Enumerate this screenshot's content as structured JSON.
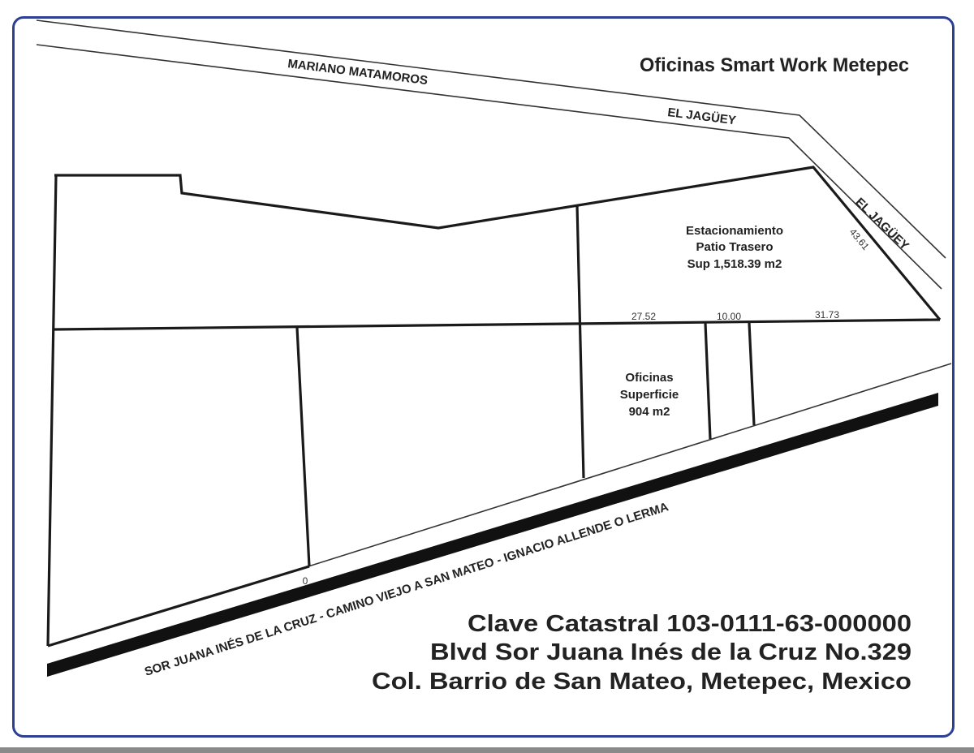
{
  "title": "Oficinas Smart Work Metepec",
  "streets": {
    "top": "MARIANO MATAMOROS",
    "corner_top": "EL JAGÜEY",
    "corner_side": "EL JAGÜEY",
    "bottom": "SOR JUANA INÉS DE LA CRUZ  -  CAMINO VIEJO A SAN MATEO  -  IGNACIO ALLENDE O LERMA"
  },
  "areas": {
    "parking": {
      "line1": "Estacionamiento",
      "line2": "Patio Trasero",
      "line3": "Sup 1,518.39 m2"
    },
    "offices": {
      "line1": "Oficinas",
      "line2": "Superficie",
      "line3": "904 m2"
    }
  },
  "dimensions": {
    "side": "43.61",
    "d1": "27.52",
    "d2": "10.00",
    "d3": "31.73",
    "small": "0"
  },
  "info": {
    "line1": "Clave Catastral 103-0111-63-000000",
    "line2": "Blvd Sor Juana Inés de la Cruz No.329",
    "line3": "Col. Barrio de San Mateo, Metepec, Mexico"
  },
  "colors": {
    "frame": "#2c3f93",
    "lines": "#1a1a1a"
  }
}
